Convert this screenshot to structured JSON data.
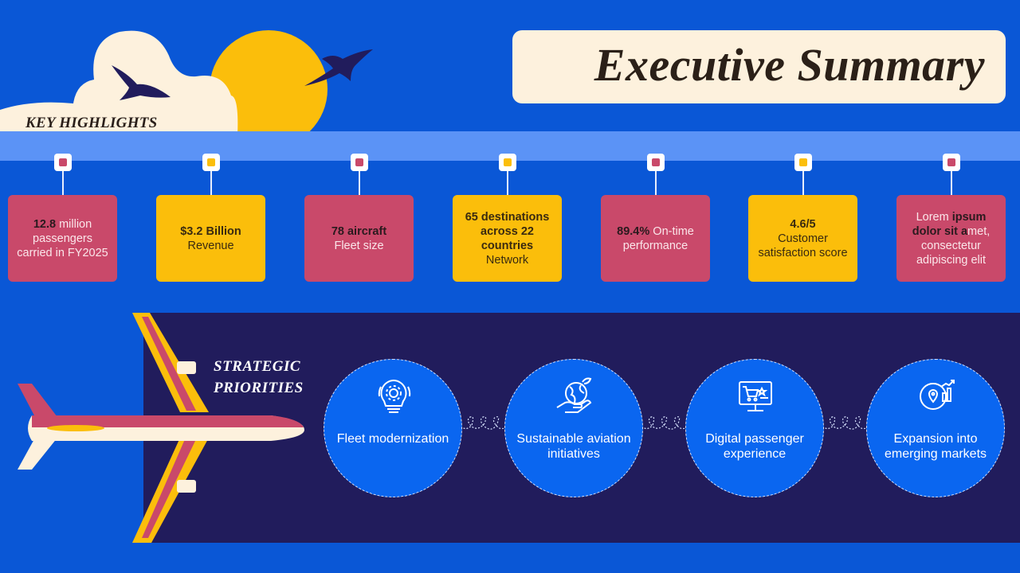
{
  "title": "Executive Summary",
  "key_highlights_label": "KEY HIGHLIGHTS",
  "highlights": [
    {
      "color": "red",
      "bold": "12.8",
      "text": " million passengers carried in FY2025",
      "sub": ""
    },
    {
      "color": "yellow",
      "bold": "$3.2 Billion",
      "text": "",
      "sub": "Revenue"
    },
    {
      "color": "red",
      "bold": "78 aircraft",
      "text": "",
      "sub": "Fleet size"
    },
    {
      "color": "yellow",
      "bold": "65 destinations across 22 countries",
      "text": "",
      "sub": "Network"
    },
    {
      "color": "red",
      "bold": "89.4%",
      "text": " On-time performance",
      "sub": ""
    },
    {
      "color": "yellow",
      "bold": "4.6/5",
      "text": "",
      "sub": "Customer satisfaction score"
    },
    {
      "color": "red",
      "bold": "",
      "text": "",
      "sub": "",
      "rich": [
        "Lorem ",
        "ipsum dolor sit a",
        "met, consectetur adipiscing elit"
      ]
    }
  ],
  "strategic_label_line1": "STRATEGIC",
  "strategic_label_line2": "PRIORITIES",
  "priorities": [
    {
      "label": "Fleet modernization",
      "icon": "gear-lightbulb-icon"
    },
    {
      "label": "Sustainable aviation initiatives",
      "icon": "globe-hand-icon"
    },
    {
      "label": "Digital passenger experience",
      "icon": "monitor-cart-icon"
    },
    {
      "label": "Expansion into emerging markets",
      "icon": "map-growth-icon"
    }
  ],
  "colors": {
    "background": "#0a57d6",
    "band": "#5b93f6",
    "panel": "#211c5c",
    "red": "#c9496a",
    "yellow": "#fbbe0b",
    "circle": "#0a66f0",
    "title_box": "#fdf1dd"
  }
}
